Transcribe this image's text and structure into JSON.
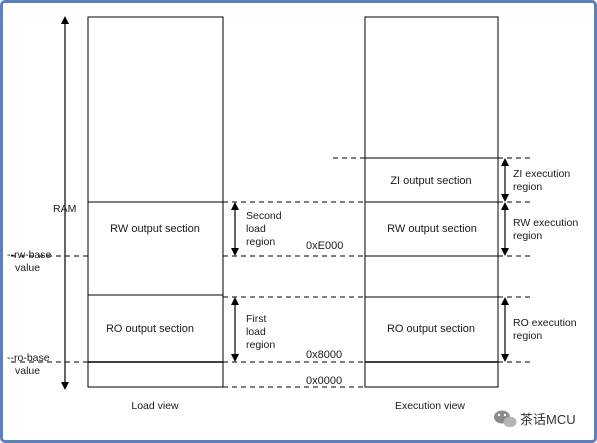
{
  "diagram": {
    "axis": {
      "ram_label": "RAM",
      "rw_base_label": [
        "--rw-base",
        "value"
      ],
      "ro_base_label": [
        "--ro-base",
        "value"
      ]
    },
    "load_view": {
      "caption": "Load view",
      "rw_section": "RW output section",
      "ro_section": "RO output section",
      "second_region": [
        "Second",
        "load",
        "region"
      ],
      "first_region": [
        "First",
        "load",
        "region"
      ]
    },
    "addresses": {
      "e000": "0xE000",
      "a8000": "0x8000",
      "a0000": "0x0000"
    },
    "execution_view": {
      "caption": "Execution view",
      "zi_section": "ZI output section",
      "rw_section": "RW output section",
      "ro_section": "RO output section",
      "zi_region": [
        "ZI execution",
        "region"
      ],
      "rw_region": [
        "RW execution",
        "region"
      ],
      "ro_region": [
        "RO execution",
        "region"
      ]
    },
    "watermark": "茶话MCU"
  }
}
